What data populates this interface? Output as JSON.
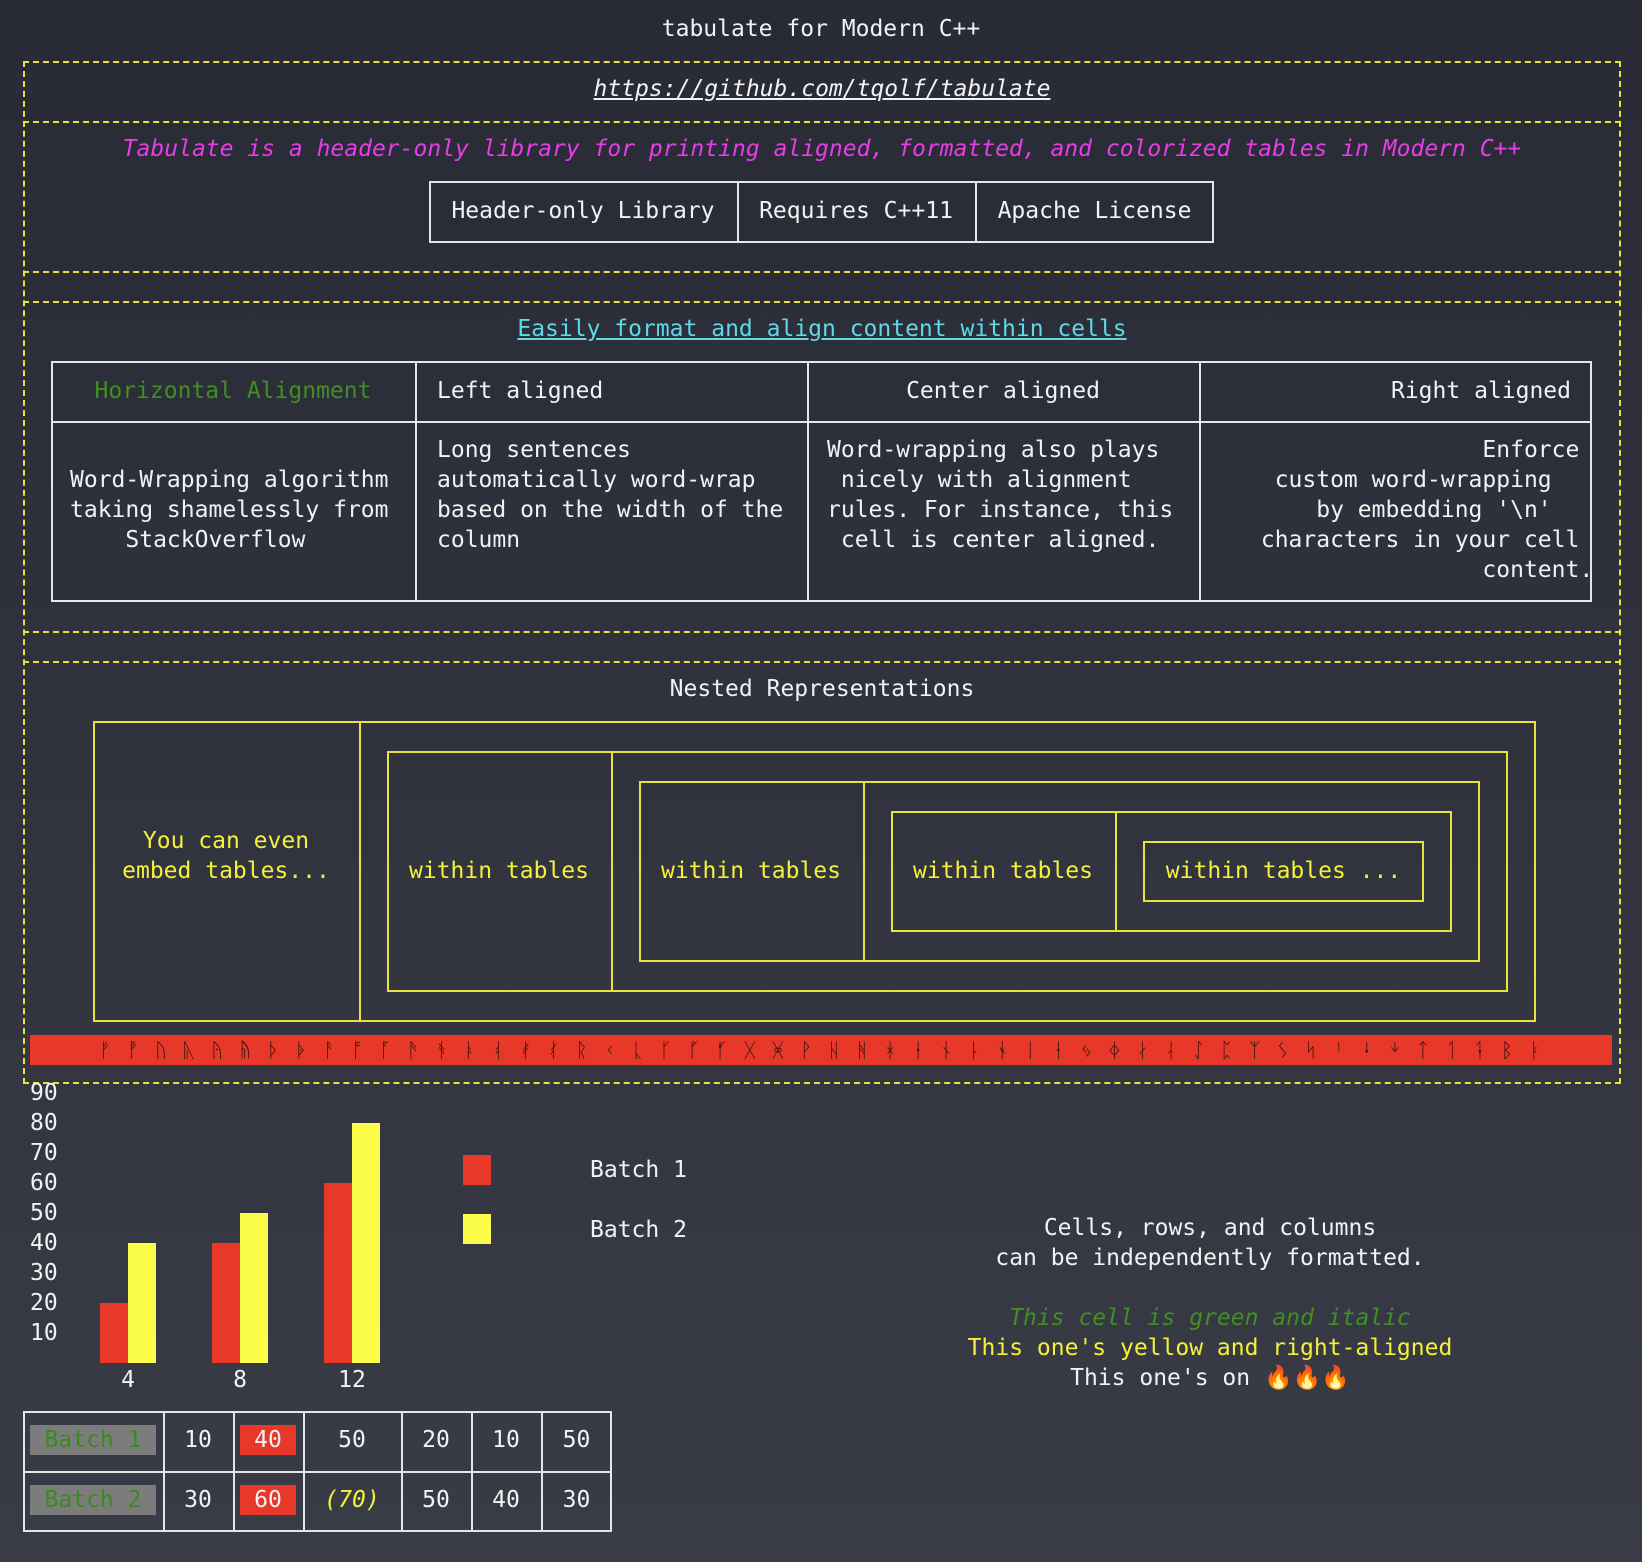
{
  "title": "tabulate for Modern C++",
  "url": "https://github.com/tqolf/tabulate",
  "description": "Tabulate is a header-only library for printing aligned, formatted, and colorized tables in Modern C++",
  "features": [
    "Header-only Library",
    "Requires C++11",
    "Apache License"
  ],
  "format_section": {
    "heading": "Easily format and align content within cells",
    "headers": [
      "Horizontal Alignment",
      "Left aligned",
      "Center aligned",
      "Right aligned"
    ],
    "cells": [
      "Word-Wrapping algorithm\ntaking shamelessly from\n    StackOverflow",
      "Long sentences\nautomatically word-wrap\nbased on the width of the\ncolumn",
      "Word-wrapping also plays\n nicely with alignment\nrules. For instance, this\n cell is center aligned.",
      "                 Enforce\n  custom word-wrapping\n     by embedding '\\n'\n characters in your cell\n                 content."
    ]
  },
  "nested": {
    "heading": "Nested Representations",
    "first": "You can even\nembed tables...",
    "levels": [
      "within tables",
      "within tables",
      "within tables",
      "within tables ..."
    ],
    "runes": "ᚠ ᚡ ᚢ ᚣ ᚤ ᚥ ᚦ ᚧ ᚨ ᚩ ᚪ ᚫ ᚬ ᚭ ᚮ ᚯ ᚰ ᚱ ᚲ ᚳ ᚴ ᚵ ᚶ ᚷ ᚸ ᚹ ᚺ ᚻ ᚼ ᚽ ᚾ ᚿ ᛀ ᛁ ᛂ ᛃ ᛄ ᛅ ᛆ ᛇ ᛈ ᛉ ᛊ ᛋ ᛌ ᛍ ᛎ ᛏ ᛐ ᛑ ᛒ ᛓ"
  },
  "chart_data": {
    "type": "bar",
    "categories": [
      "4",
      "8",
      "12"
    ],
    "series": [
      {
        "name": "Batch 1",
        "values": [
          20,
          40,
          60
        ],
        "color": "#e8382a"
      },
      {
        "name": "Batch 2",
        "values": [
          40,
          50,
          80
        ],
        "color": "#fbfb4a"
      }
    ],
    "yticks": [
      "90",
      "80",
      "70",
      "60",
      "50",
      "40",
      "30",
      "20",
      "10"
    ],
    "ylim": [
      0,
      90
    ],
    "legend_placement": "right"
  },
  "formatting_notes": {
    "line1": "Cells, rows, and columns",
    "line2": "can be independently formatted.",
    "green_italic": "This cell is green and italic",
    "yellow_right": "This one's yellow and right-aligned",
    "fire": "This one's on 🔥🔥🔥"
  },
  "batch_table": {
    "rows": [
      {
        "label": "Batch 1",
        "values": [
          "10",
          "40",
          "50",
          "20",
          "10",
          "50"
        ]
      },
      {
        "label": "Batch 2",
        "values": [
          "30",
          "60",
          "(70)",
          "50",
          "40",
          "30"
        ]
      }
    ]
  }
}
